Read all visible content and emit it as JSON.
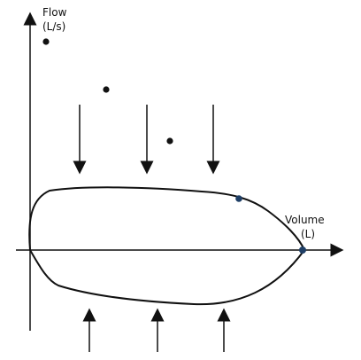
{
  "diagram": {
    "labels": {
      "y_axis_title": "Flow",
      "y_axis_unit": "(L/s)",
      "x_axis_title": "Volume",
      "x_axis_unit": "(L)"
    },
    "icons": {
      "down_arrow": "arrow-down",
      "up_arrow": "arrow-up",
      "point_marker": "dot"
    },
    "colors": {
      "line": "#111111",
      "point": "#111111",
      "highlight": "#1f3f66"
    }
  }
}
